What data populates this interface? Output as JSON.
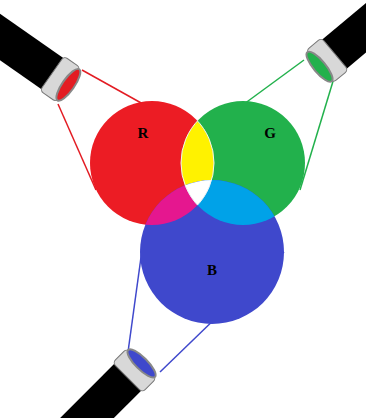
{
  "diagram": {
    "nodes": [
      {
        "text": [
          "R"
        ]
      },
      {
        "text": [
          "G"
        ]
      },
      {
        "text": [
          "B"
        ]
      }
    ]
  }
}
